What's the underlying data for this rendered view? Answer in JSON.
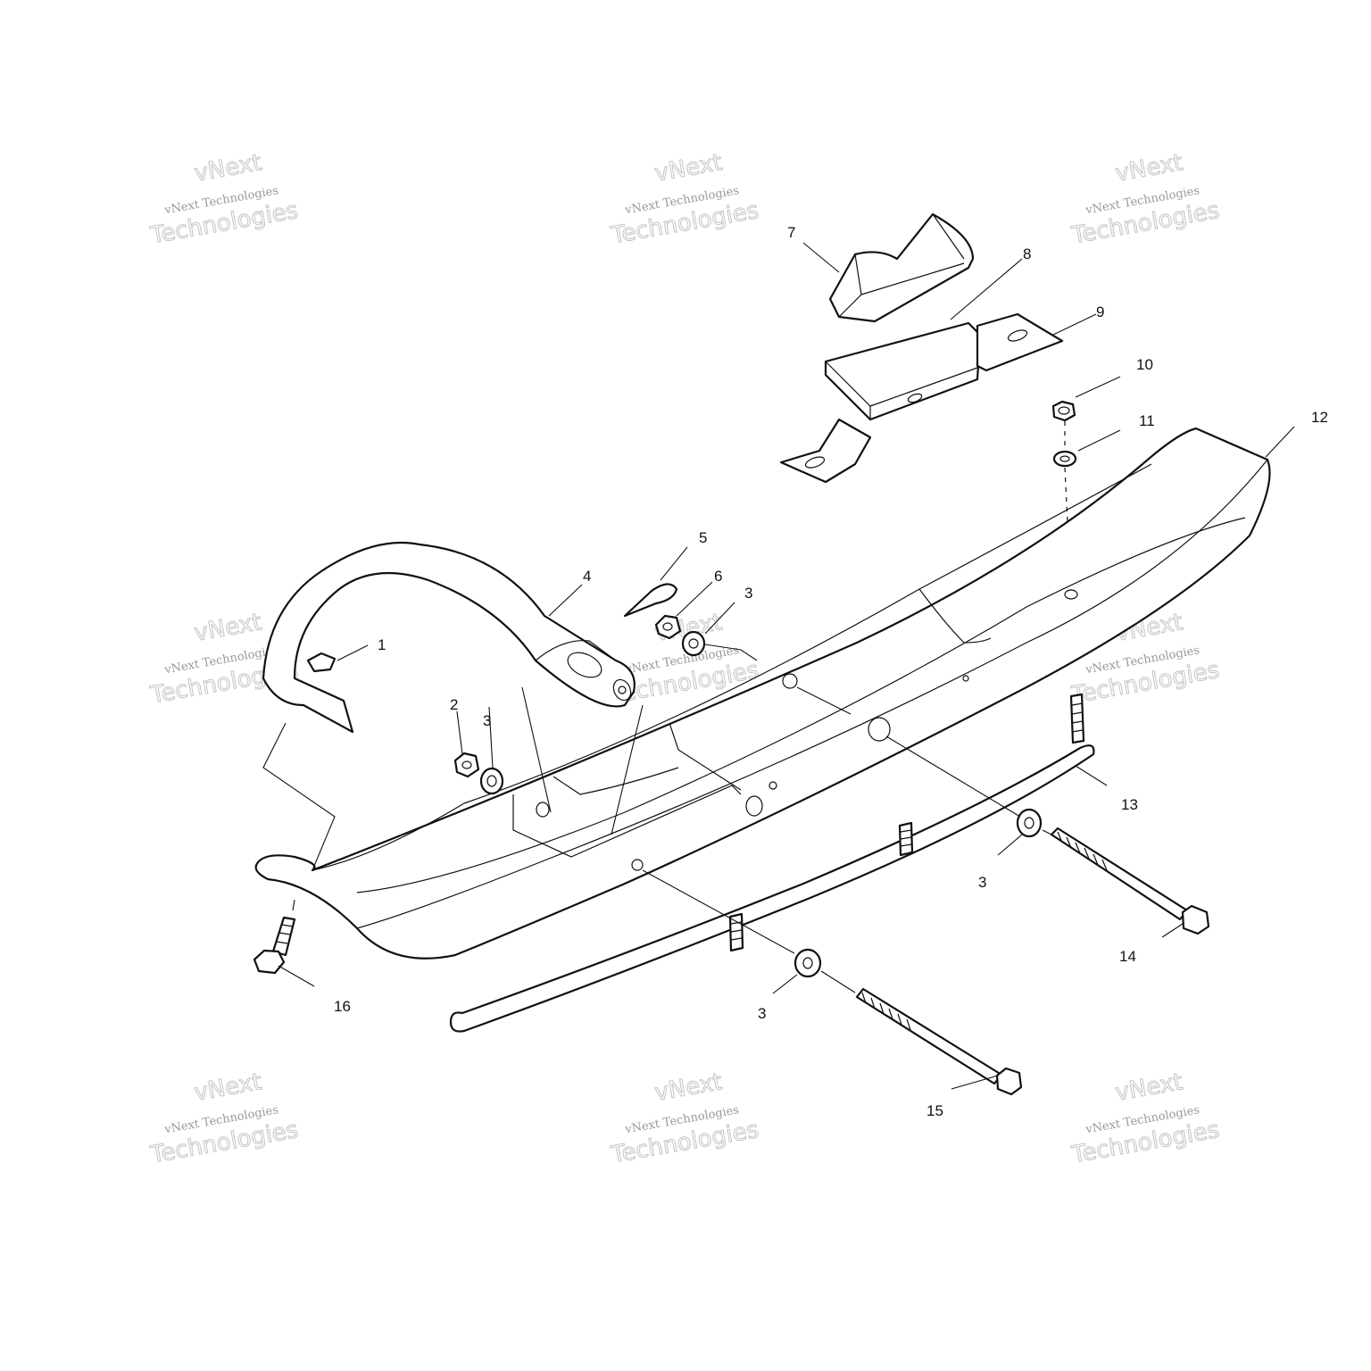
{
  "callouts": [
    "1",
    "2",
    "3",
    "3",
    "3",
    "3",
    "4",
    "5",
    "6",
    "7",
    "8",
    "9",
    "10",
    "11",
    "12",
    "13",
    "14",
    "15",
    "16"
  ],
  "watermark": {
    "line1": "vNext",
    "line2": "vNext Technologies",
    "line3": "Technologies"
  }
}
